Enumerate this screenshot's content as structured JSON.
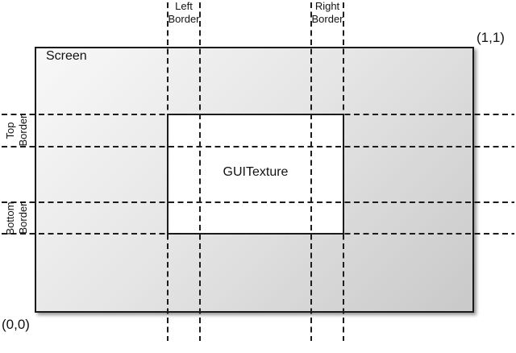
{
  "screen": {
    "label": "Screen"
  },
  "texture": {
    "label": "GUITexture"
  },
  "borders": {
    "left": [
      "Left",
      "Border"
    ],
    "right": [
      "Right",
      "Border"
    ],
    "top": [
      "Top",
      "Border"
    ],
    "bottom": [
      "Bottom",
      "Border"
    ]
  },
  "coords": {
    "top_right": "(1,1)",
    "bottom_left": "(0,0)"
  },
  "colors": {
    "line": "#1a1a1a",
    "screen_gradient_start": "#f8f8f8",
    "screen_gradient_end": "#c9c9c9",
    "texture_fill": "#ffffff",
    "background": "#ffffff"
  }
}
